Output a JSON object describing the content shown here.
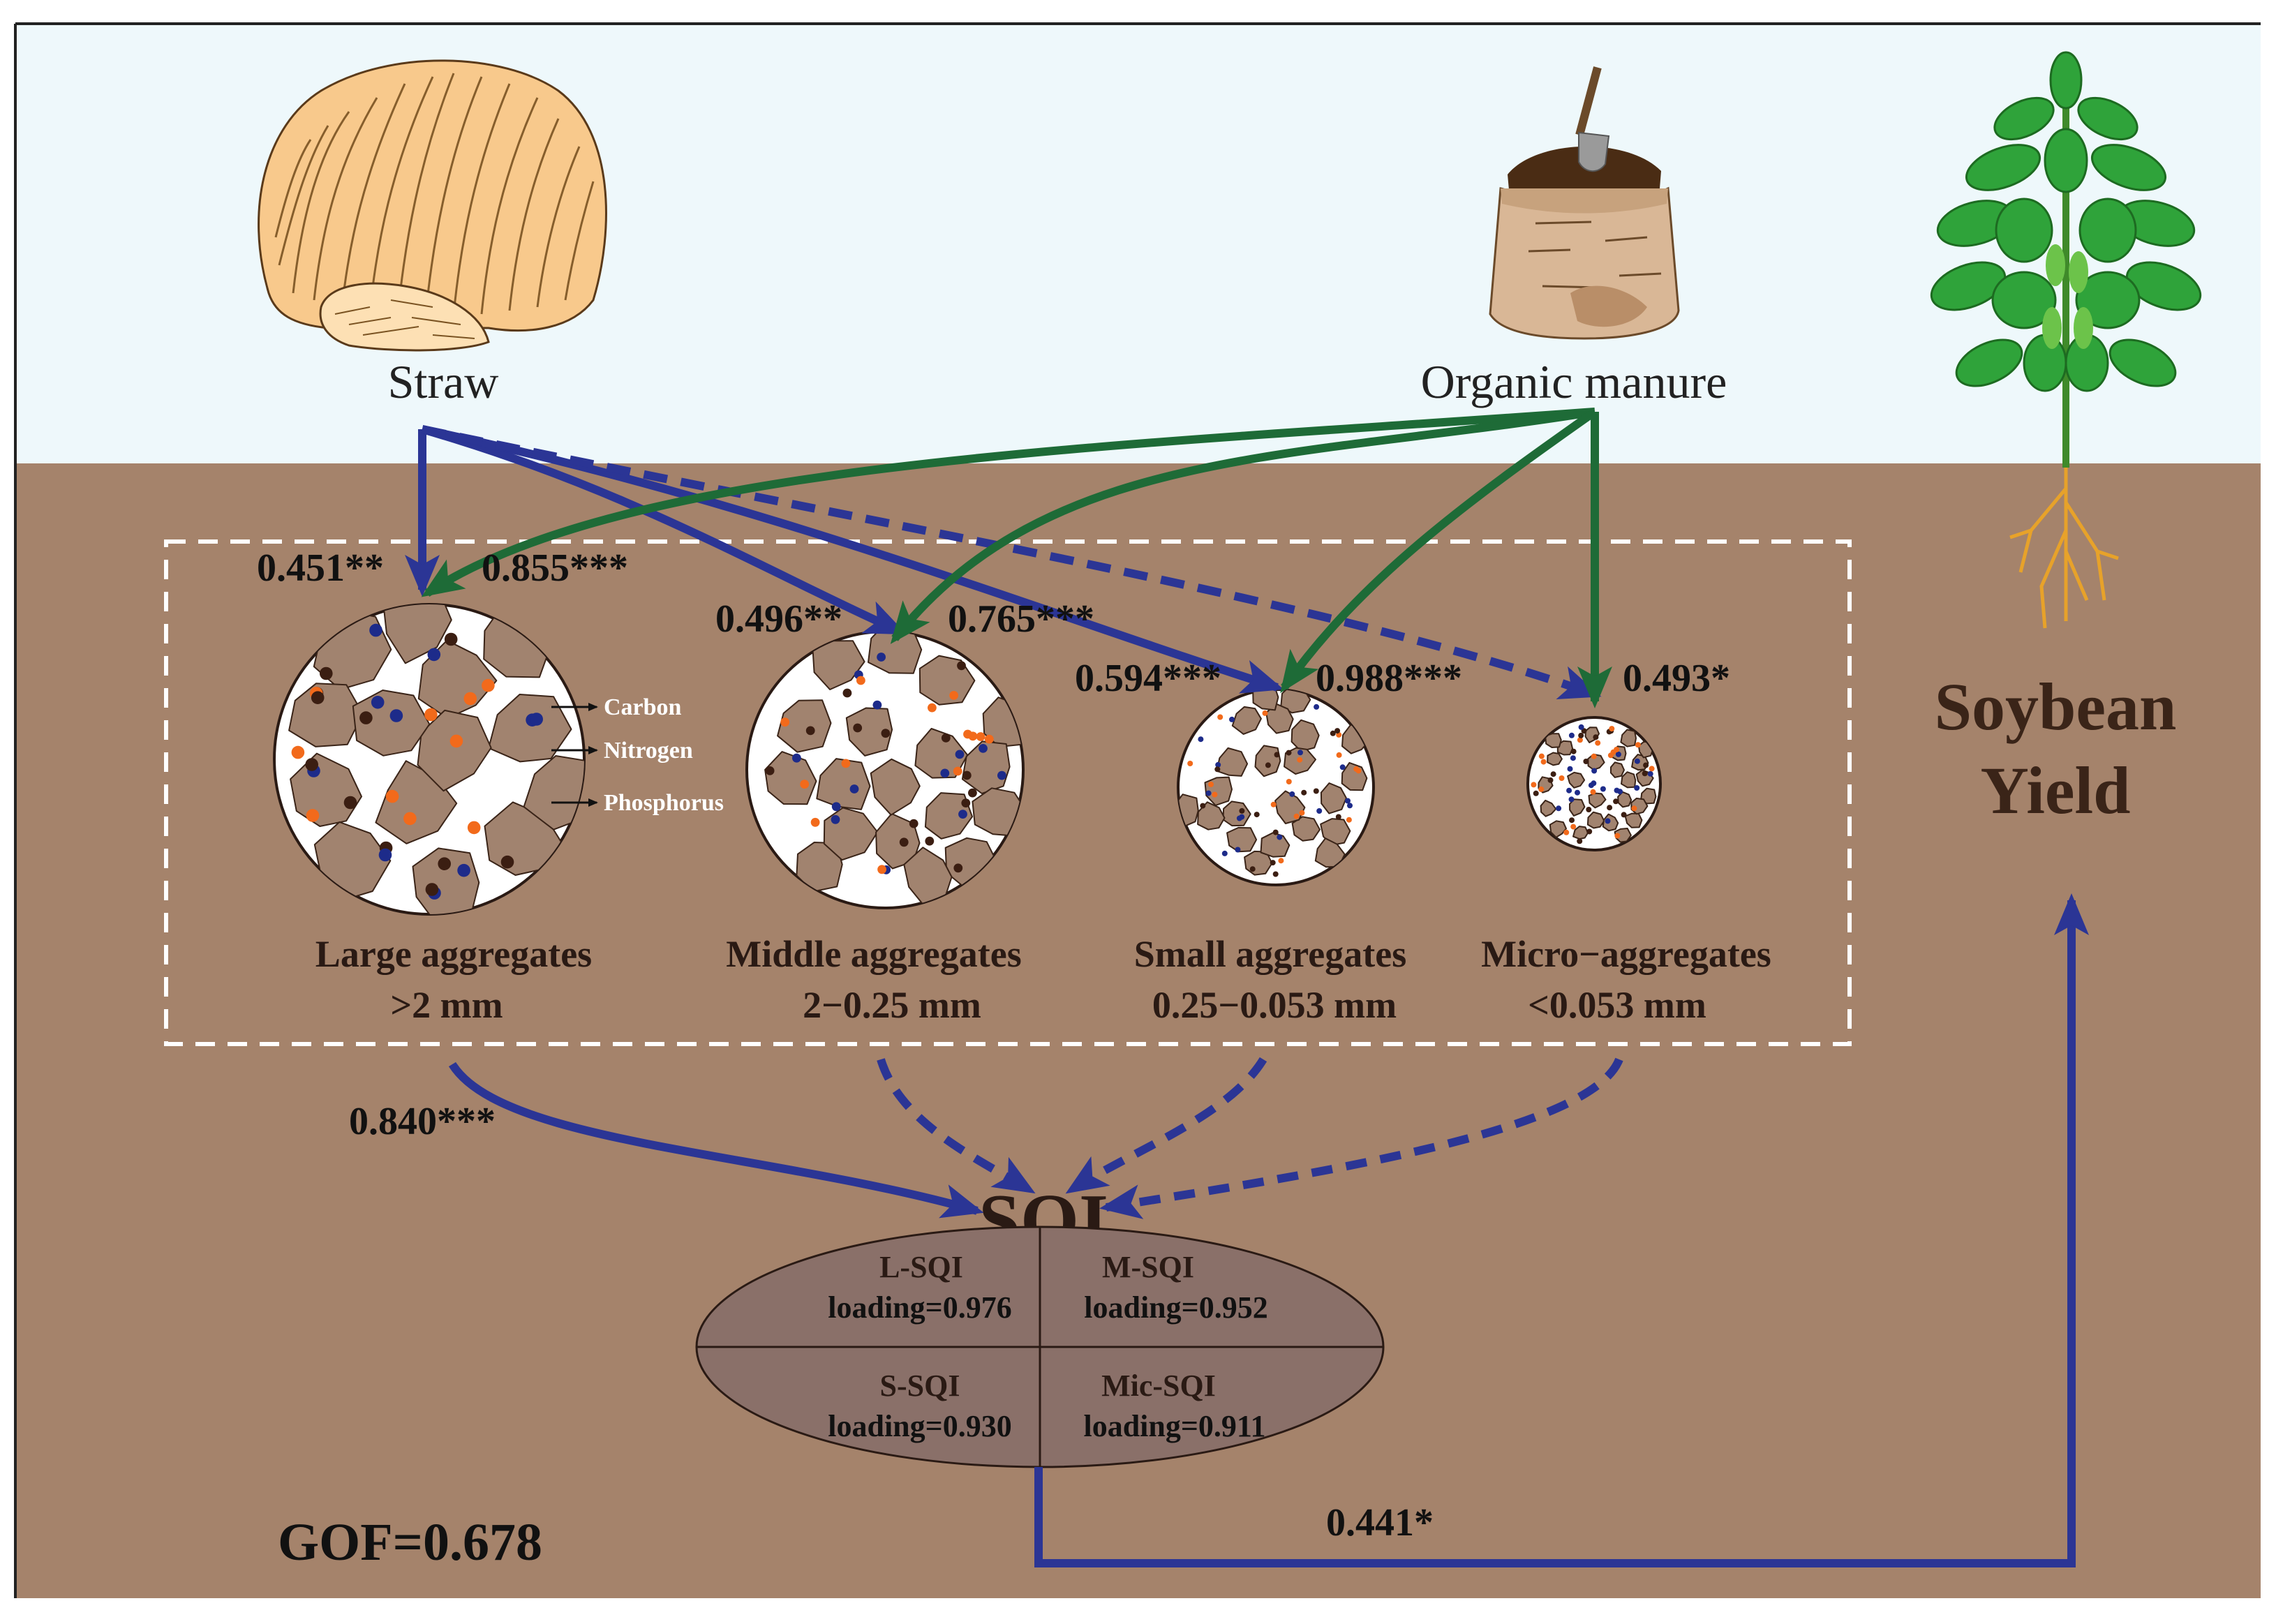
{
  "inputs": {
    "straw": "Straw",
    "manure": "Organic manure"
  },
  "outcome": {
    "line1": "Soybean",
    "line2": "Yield"
  },
  "aggregates": [
    {
      "name": "Large aggregates",
      "size": ">2 mm"
    },
    {
      "name": "Middle aggregates",
      "size": "2−0.25 mm"
    },
    {
      "name": "Small aggregates",
      "size": "0.25−0.053 mm"
    },
    {
      "name": "Micro−aggregates",
      "size": "<0.053 mm"
    }
  ],
  "legend": {
    "carbon": "Carbon",
    "nitrogen": "Nitrogen",
    "phosphorus": "Phosphorus"
  },
  "paths": {
    "straw_large": "0.451**",
    "manure_large": "0.855***",
    "straw_middle": "0.496**",
    "manure_middle": "0.765***",
    "straw_small": "0.594***",
    "manure_small": "0.988***",
    "manure_micro": "0.493*",
    "large_sqi": "0.840***",
    "sqi_yield": "0.441*"
  },
  "sqi": {
    "title": "SQI",
    "cells": [
      {
        "name": "L-SQI",
        "loading": "loading=0.976"
      },
      {
        "name": "M-SQI",
        "loading": "loading=0.952"
      },
      {
        "name": "S-SQI",
        "loading": "loading=0.930"
      },
      {
        "name": "Mic-SQI",
        "loading": "loading=0.911"
      }
    ]
  },
  "gof": "GOF=0.678",
  "colors": {
    "sky": "#eef8fb",
    "soil": "#a5836b",
    "straw_path": "#2b3595",
    "manure_path": "#1e6b37",
    "carbon_dot": "#3b1e12",
    "nitrogen_dot": "#1d2b8a",
    "phosphorus_dot": "#f26a1b",
    "particle": "#a1836f"
  }
}
